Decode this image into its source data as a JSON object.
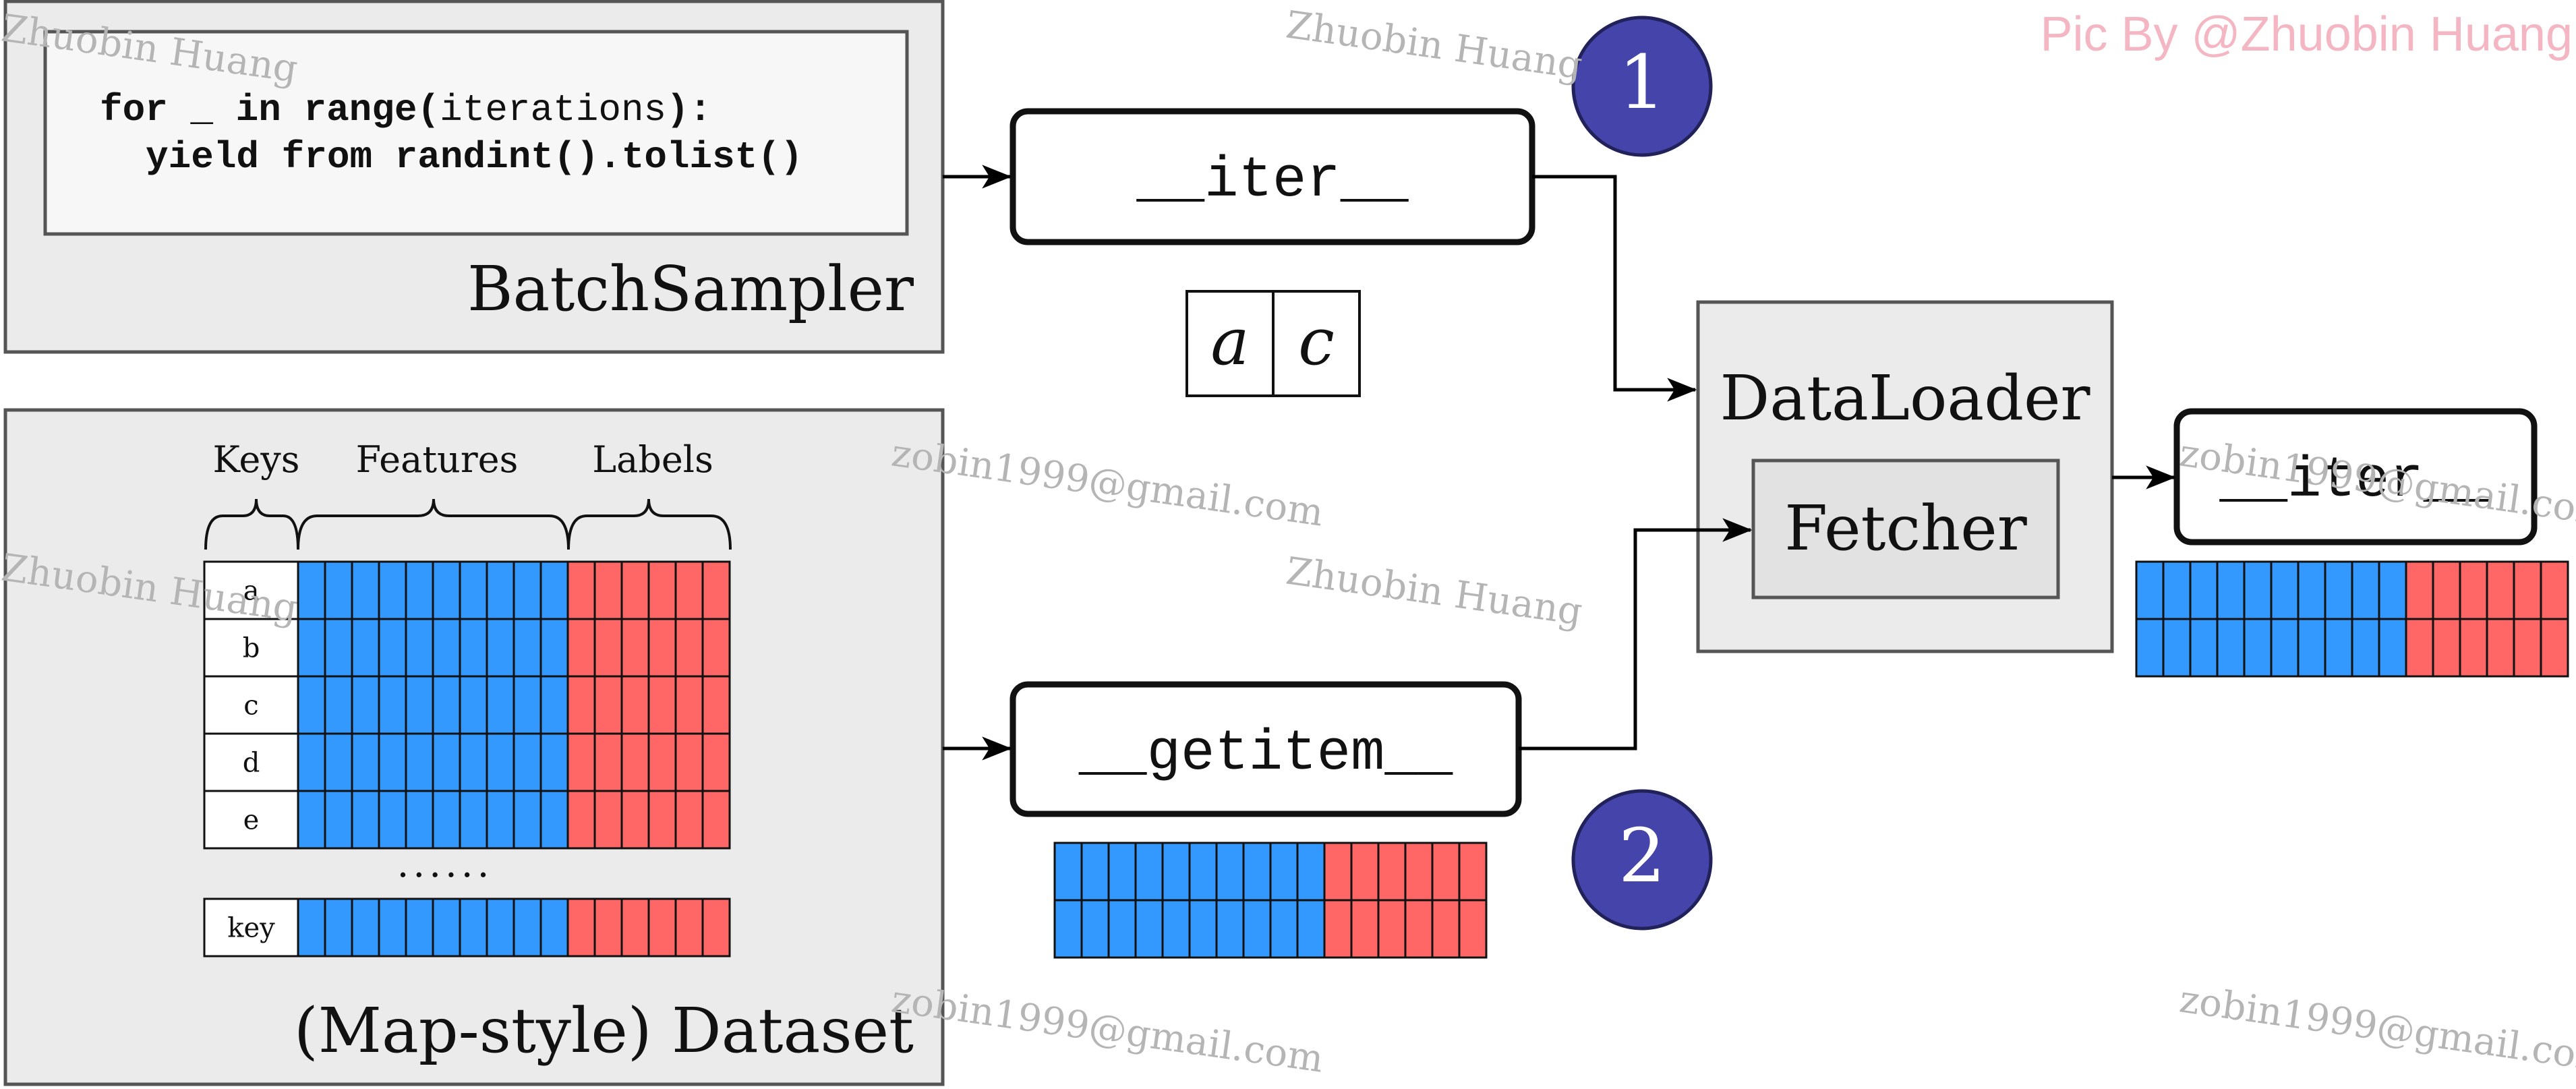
{
  "watermark": {
    "credit": "Pic By @Zhuobin Huang",
    "name": "Zhuobin Huang",
    "email": "zobin1999@gmail.com"
  },
  "batch_sampler": {
    "title": "BatchSampler",
    "code_line_1": {
      "kw1": "for",
      "mid1": " _ ",
      "kw2": "in range(",
      "arg": "iterations",
      "end": "):"
    },
    "code_line_2": "yield from randint().tolist()"
  },
  "dataset": {
    "title": "(Map-style) Dataset",
    "headers": {
      "keys": "Keys",
      "features": "Features",
      "labels": "Labels"
    },
    "row_keys": [
      "a",
      "b",
      "c",
      "d",
      "e"
    ],
    "ellipsis": "......",
    "last_key": "key",
    "feature_columns": 10,
    "label_columns": 6
  },
  "iter_box": {
    "label": "__iter__",
    "badge": "1"
  },
  "index_values": [
    "a",
    "c"
  ],
  "getitem_box": {
    "label": "__getitem__",
    "badge": "2"
  },
  "dataloader": {
    "title": "DataLoader",
    "fetcher": "Fetcher"
  },
  "output_iter": {
    "label": "__iter__"
  },
  "colors": {
    "feature": "#3399ff",
    "label": "#ff6666",
    "panel": "#ebebeb",
    "badge": "#4444aa",
    "credit": "#f4b6c2",
    "watermark": "#b5b5b5"
  }
}
